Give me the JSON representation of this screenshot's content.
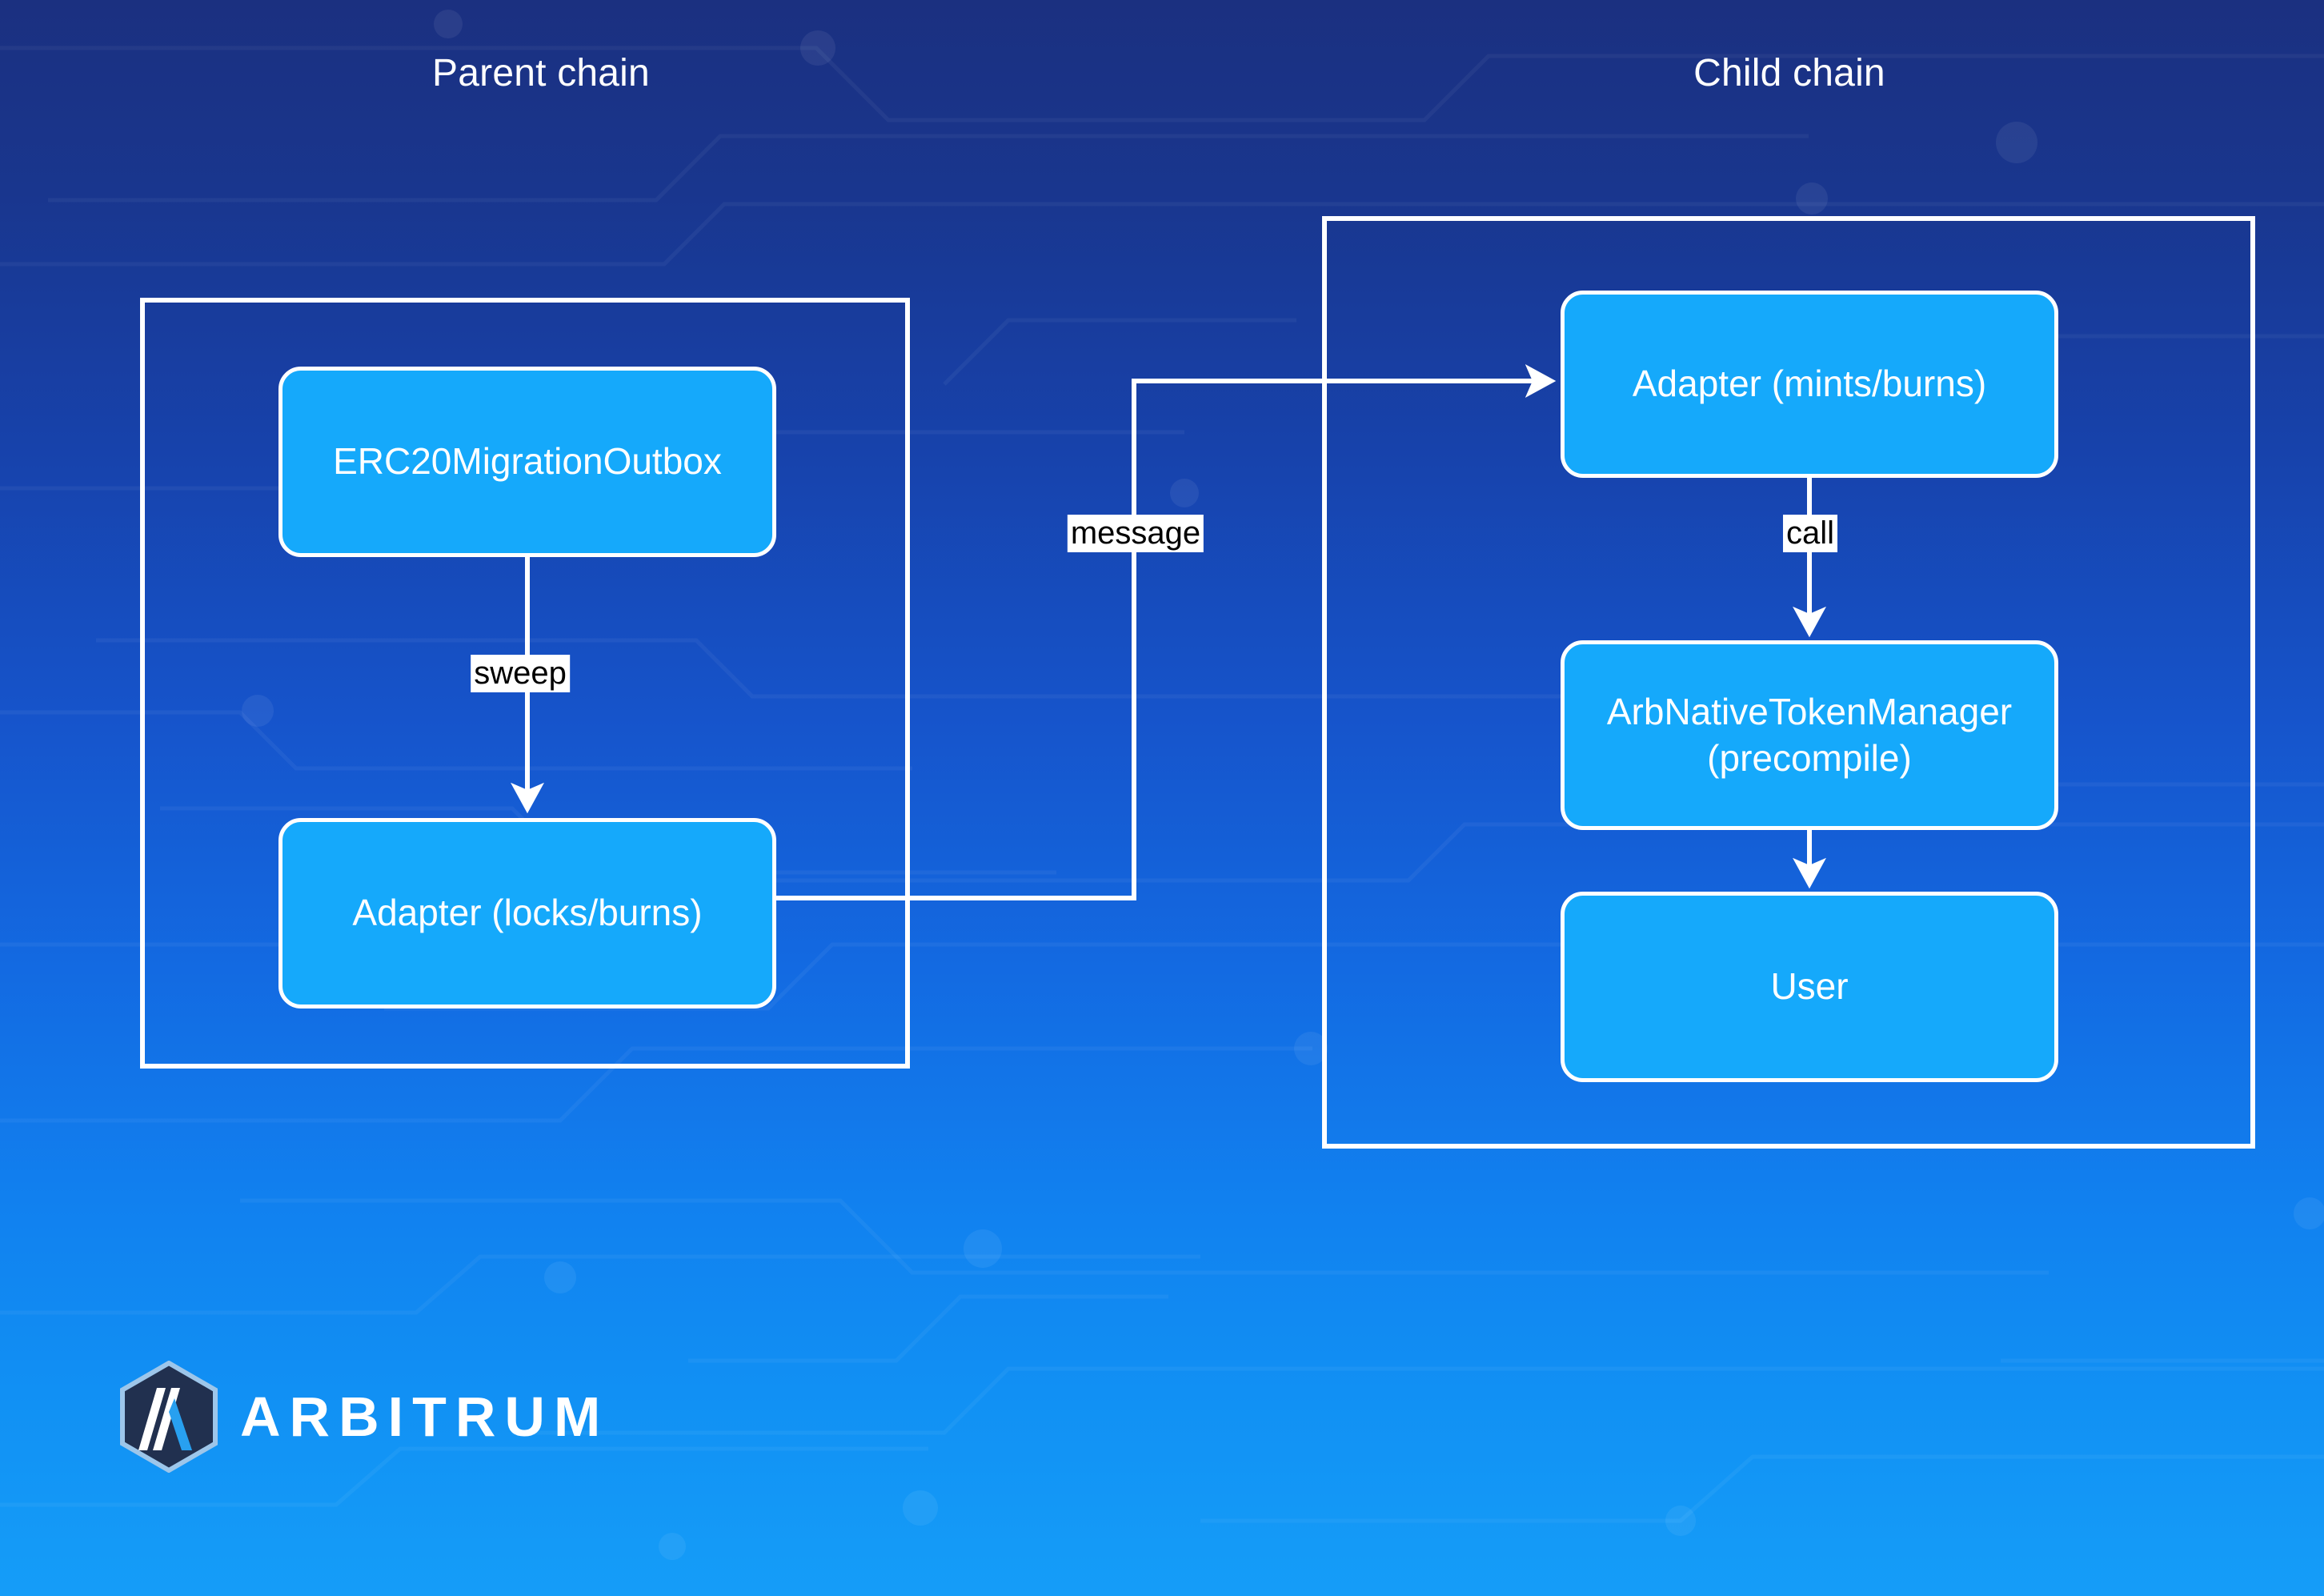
{
  "diagram": {
    "title_parent": "Parent chain",
    "title_child": "Child chain",
    "colors": {
      "node_fill": "#15a9fb",
      "node_stroke": "#ffffff",
      "container_stroke": "#ffffff",
      "label_bg": "#ffffff",
      "label_text": "#000000",
      "background_top": "#1b3080",
      "background_bottom": "#159df8"
    },
    "containers": [
      {
        "name": "parent-chain",
        "label": "Parent chain"
      },
      {
        "name": "child-chain",
        "label": "Child chain"
      }
    ],
    "nodes": [
      {
        "id": "erc20-migration-outbox",
        "label": "ERC20MigrationOutbox",
        "chain": "parent"
      },
      {
        "id": "adapter-locks-burns",
        "label": "Adapter (locks/burns)",
        "chain": "parent"
      },
      {
        "id": "adapter-mints-burns",
        "label": "Adapter (mints/burns)",
        "chain": "child"
      },
      {
        "id": "arb-native-token-manager",
        "label_line1": "ArbNativeTokenManager",
        "label_line2": "(precompile)",
        "chain": "child"
      },
      {
        "id": "user",
        "label": "User",
        "chain": "child"
      }
    ],
    "edges": [
      {
        "from": "erc20-migration-outbox",
        "to": "adapter-locks-burns",
        "label": "sweep"
      },
      {
        "from": "adapter-locks-burns",
        "to": "adapter-mints-burns",
        "label": "message"
      },
      {
        "from": "adapter-mints-burns",
        "to": "arb-native-token-manager",
        "label": "call"
      },
      {
        "from": "arb-native-token-manager",
        "to": "user",
        "label": ""
      }
    ],
    "logo": {
      "wordmark": "ARBITRUM",
      "icon": "arbitrum-logo-icon"
    }
  }
}
